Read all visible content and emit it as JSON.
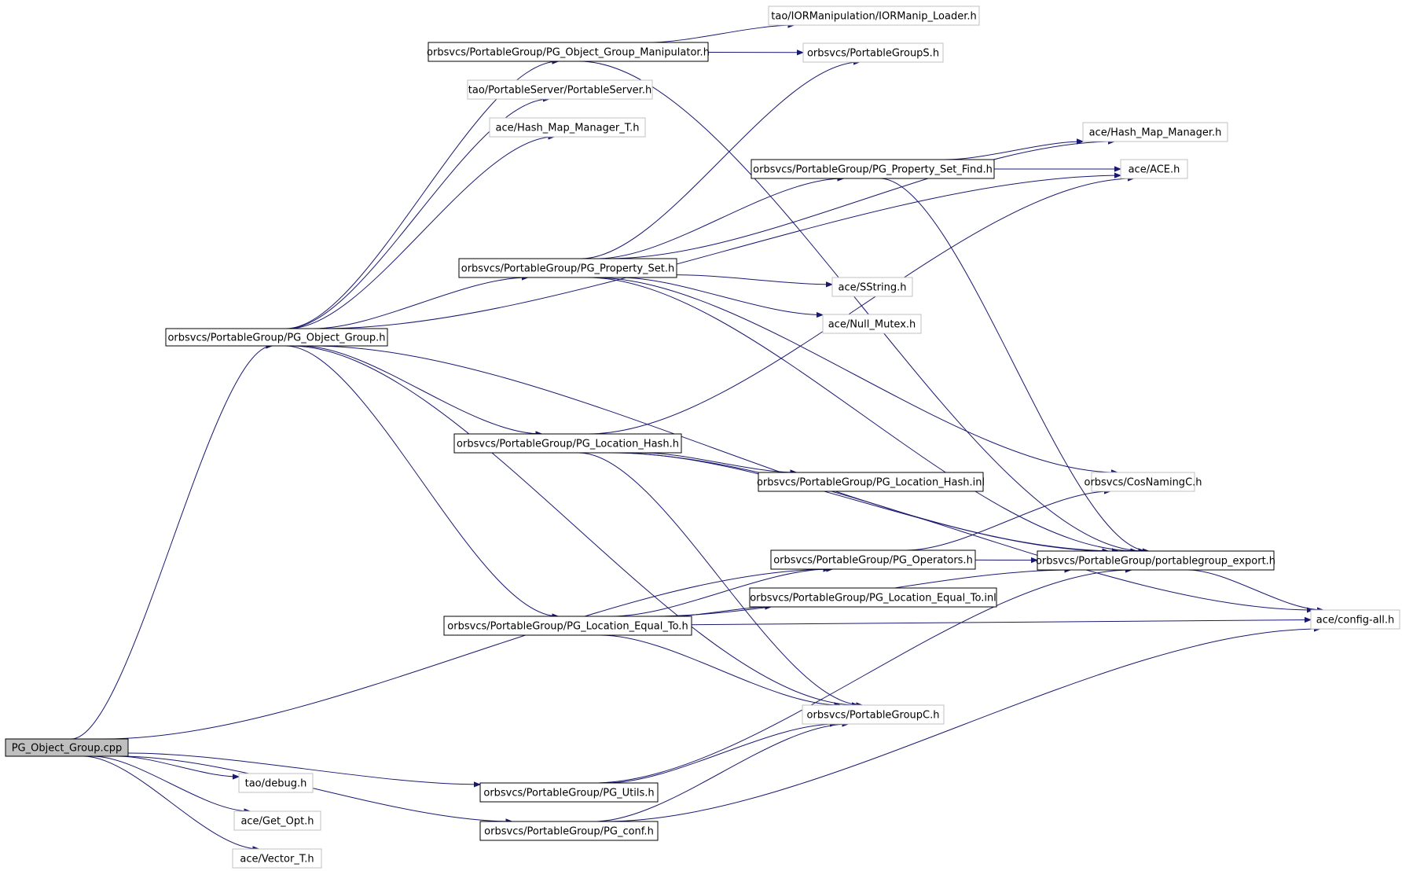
{
  "colors": {
    "edge": "#191970",
    "root_fill": "#bfbfbf",
    "doc_border": "#000000",
    "ext_border": "#c0c0c0"
  },
  "nodes": {
    "n_root": {
      "label": "PG_Object_Group.cpp",
      "kind": "root"
    },
    "n_objgroup_h": {
      "label": "orbsvcs/PortableGroup/PG_Object_Group.h",
      "kind": "doc"
    },
    "n_manip": {
      "label": "orbsvcs/PortableGroup/PG_Object_Group_Manipulator.h",
      "kind": "doc"
    },
    "n_iormanip": {
      "label": "tao/IORManipulation/IORManip_Loader.h",
      "kind": "ext"
    },
    "n_pgS": {
      "label": "orbsvcs/PortableGroupS.h",
      "kind": "ext"
    },
    "n_portserver": {
      "label": "tao/PortableServer/PortableServer.h",
      "kind": "ext"
    },
    "n_hashmapT": {
      "label": "ace/Hash_Map_Manager_T.h",
      "kind": "ext"
    },
    "n_hashmap": {
      "label": "ace/Hash_Map_Manager.h",
      "kind": "ext"
    },
    "n_propfind": {
      "label": "orbsvcs/PortableGroup/PG_Property_Set_Find.h",
      "kind": "doc"
    },
    "n_ace": {
      "label": "ace/ACE.h",
      "kind": "ext"
    },
    "n_propset": {
      "label": "orbsvcs/PortableGroup/PG_Property_Set.h",
      "kind": "doc"
    },
    "n_sstring": {
      "label": "ace/SString.h",
      "kind": "ext"
    },
    "n_nullmutex": {
      "label": "ace/Null_Mutex.h",
      "kind": "ext"
    },
    "n_lochash": {
      "label": "orbsvcs/PortableGroup/PG_Location_Hash.h",
      "kind": "doc"
    },
    "n_lochashinl": {
      "label": "orbsvcs/PortableGroup/PG_Location_Hash.inl",
      "kind": "doc"
    },
    "n_cosnaming": {
      "label": "orbsvcs/CosNamingC.h",
      "kind": "ext"
    },
    "n_operators": {
      "label": "orbsvcs/PortableGroup/PG_Operators.h",
      "kind": "doc"
    },
    "n_export": {
      "label": "orbsvcs/PortableGroup/portablegroup_export.h",
      "kind": "doc"
    },
    "n_locequalinl": {
      "label": "orbsvcs/PortableGroup/PG_Location_Equal_To.inl",
      "kind": "doc"
    },
    "n_locequal": {
      "label": "orbsvcs/PortableGroup/PG_Location_Equal_To.h",
      "kind": "doc"
    },
    "n_configall": {
      "label": "ace/config-all.h",
      "kind": "ext"
    },
    "n_pgC": {
      "label": "orbsvcs/PortableGroupC.h",
      "kind": "ext"
    },
    "n_debug": {
      "label": "tao/debug.h",
      "kind": "ext"
    },
    "n_utils": {
      "label": "orbsvcs/PortableGroup/PG_Utils.h",
      "kind": "doc"
    },
    "n_getopt": {
      "label": "ace/Get_Opt.h",
      "kind": "ext"
    },
    "n_conf": {
      "label": "orbsvcs/PortableGroup/PG_conf.h",
      "kind": "doc"
    },
    "n_vector": {
      "label": "ace/Vector_T.h",
      "kind": "ext"
    }
  },
  "edges": [
    [
      "n_root",
      "n_objgroup_h"
    ],
    [
      "n_root",
      "n_operators"
    ],
    [
      "n_root",
      "n_utils"
    ],
    [
      "n_root",
      "n_conf"
    ],
    [
      "n_root",
      "n_debug"
    ],
    [
      "n_root",
      "n_getopt"
    ],
    [
      "n_root",
      "n_vector"
    ],
    [
      "n_objgroup_h",
      "n_manip"
    ],
    [
      "n_objgroup_h",
      "n_portserver"
    ],
    [
      "n_objgroup_h",
      "n_hashmapT"
    ],
    [
      "n_objgroup_h",
      "n_ace"
    ],
    [
      "n_objgroup_h",
      "n_propset"
    ],
    [
      "n_objgroup_h",
      "n_lochash"
    ],
    [
      "n_objgroup_h",
      "n_locequal"
    ],
    [
      "n_objgroup_h",
      "n_pgC"
    ],
    [
      "n_objgroup_h",
      "n_export"
    ],
    [
      "n_manip",
      "n_iormanip"
    ],
    [
      "n_manip",
      "n_pgS"
    ],
    [
      "n_manip",
      "n_export"
    ],
    [
      "n_propset",
      "n_pgS"
    ],
    [
      "n_propset",
      "n_propfind"
    ],
    [
      "n_propset",
      "n_hashmap"
    ],
    [
      "n_propset",
      "n_sstring"
    ],
    [
      "n_propset",
      "n_nullmutex"
    ],
    [
      "n_propset",
      "n_cosnaming"
    ],
    [
      "n_propset",
      "n_export"
    ],
    [
      "n_propfind",
      "n_hashmap"
    ],
    [
      "n_propfind",
      "n_ace"
    ],
    [
      "n_propfind",
      "n_export"
    ],
    [
      "n_lochash",
      "n_ace"
    ],
    [
      "n_lochash",
      "n_lochashinl"
    ],
    [
      "n_lochash",
      "n_export"
    ],
    [
      "n_lochash",
      "n_configall"
    ],
    [
      "n_lochash",
      "n_pgC"
    ],
    [
      "n_operators",
      "n_cosnaming"
    ],
    [
      "n_operators",
      "n_export"
    ],
    [
      "n_locequal",
      "n_operators"
    ],
    [
      "n_locequal",
      "n_locequalinl"
    ],
    [
      "n_locequal",
      "n_export"
    ],
    [
      "n_locequal",
      "n_configall"
    ],
    [
      "n_locequal",
      "n_pgC"
    ],
    [
      "n_export",
      "n_configall"
    ],
    [
      "n_utils",
      "n_pgC"
    ],
    [
      "n_utils",
      "n_export"
    ],
    [
      "n_conf",
      "n_pgC"
    ],
    [
      "n_conf",
      "n_configall"
    ]
  ]
}
